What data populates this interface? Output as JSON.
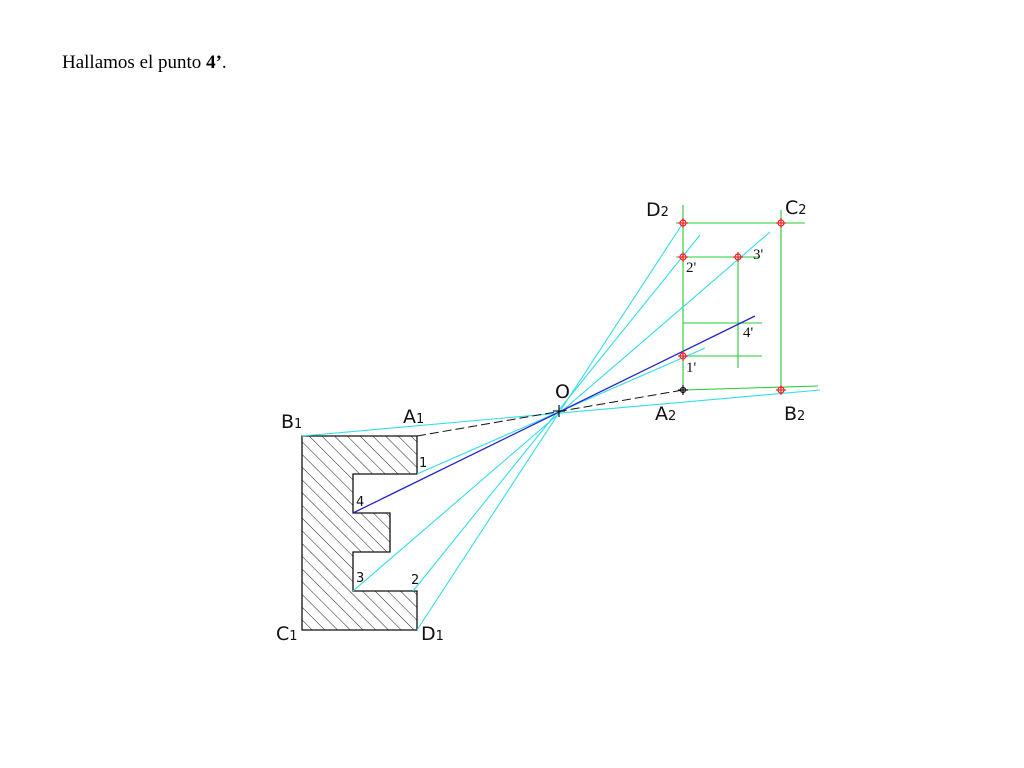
{
  "caption": {
    "text": "Hallamos el punto ",
    "point": "4’",
    "end": "."
  },
  "labels": {
    "O": "O",
    "B1_main": "B",
    "B1_sub": "1",
    "A1_main": "A",
    "A1_sub": "1",
    "C1_main": "C",
    "C1_sub": "1",
    "D1_main": "D",
    "D1_sub": "1",
    "A2_main": "A",
    "A2_sub": "2",
    "B2_main": "B",
    "B2_sub": "2",
    "C2_main": "C",
    "C2_sub": "2",
    "D2_main": "D",
    "D2_sub": "2",
    "p1": "1",
    "p2": "2",
    "p3": "3",
    "p4": "4",
    "p1p": "1'",
    "p2p": "2'",
    "p3p": "3'",
    "p4p": "4'"
  },
  "colors": {
    "projector": "#33dde8",
    "construction": "#22cc33",
    "highlight": "#2222cc",
    "outline": "#111111",
    "hatch": "#222222",
    "marker": "#ee2222"
  }
}
